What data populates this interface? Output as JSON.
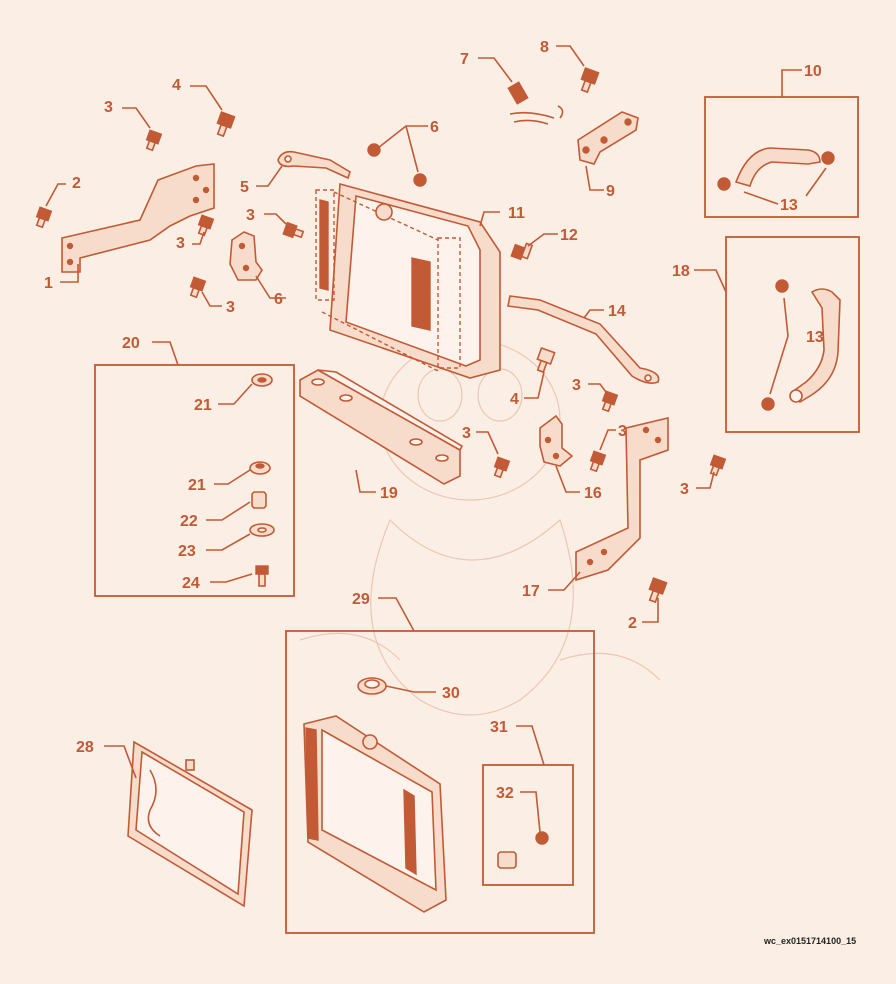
{
  "colors": {
    "accent": "#c25a35",
    "background": "#fbeee4",
    "part_fill": "#f7dccb"
  },
  "callouts": {
    "c1": "1",
    "c2a": "2",
    "c2b": "2",
    "c3a": "3",
    "c3b": "3",
    "c3c": "3",
    "c3d": "3",
    "c3e": "3",
    "c3f": "3",
    "c3g": "3",
    "c3h": "3",
    "c4a": "4",
    "c4b": "4",
    "c5": "5",
    "c6a": "6",
    "c6b": "6",
    "c7": "7",
    "c8": "8",
    "c9": "9",
    "c10": "10",
    "c11": "11",
    "c12": "12",
    "c13a": "13",
    "c13b": "13",
    "c14": "14",
    "c16": "16",
    "c17": "17",
    "c18": "18",
    "c19": "19",
    "c20": "20",
    "c21a": "21",
    "c21b": "21",
    "c22": "22",
    "c23": "23",
    "c24": "24",
    "c28": "28",
    "c29": "29",
    "c30": "30",
    "c31": "31",
    "c32": "32"
  },
  "figure_code": "wc_ex0151714100_15"
}
